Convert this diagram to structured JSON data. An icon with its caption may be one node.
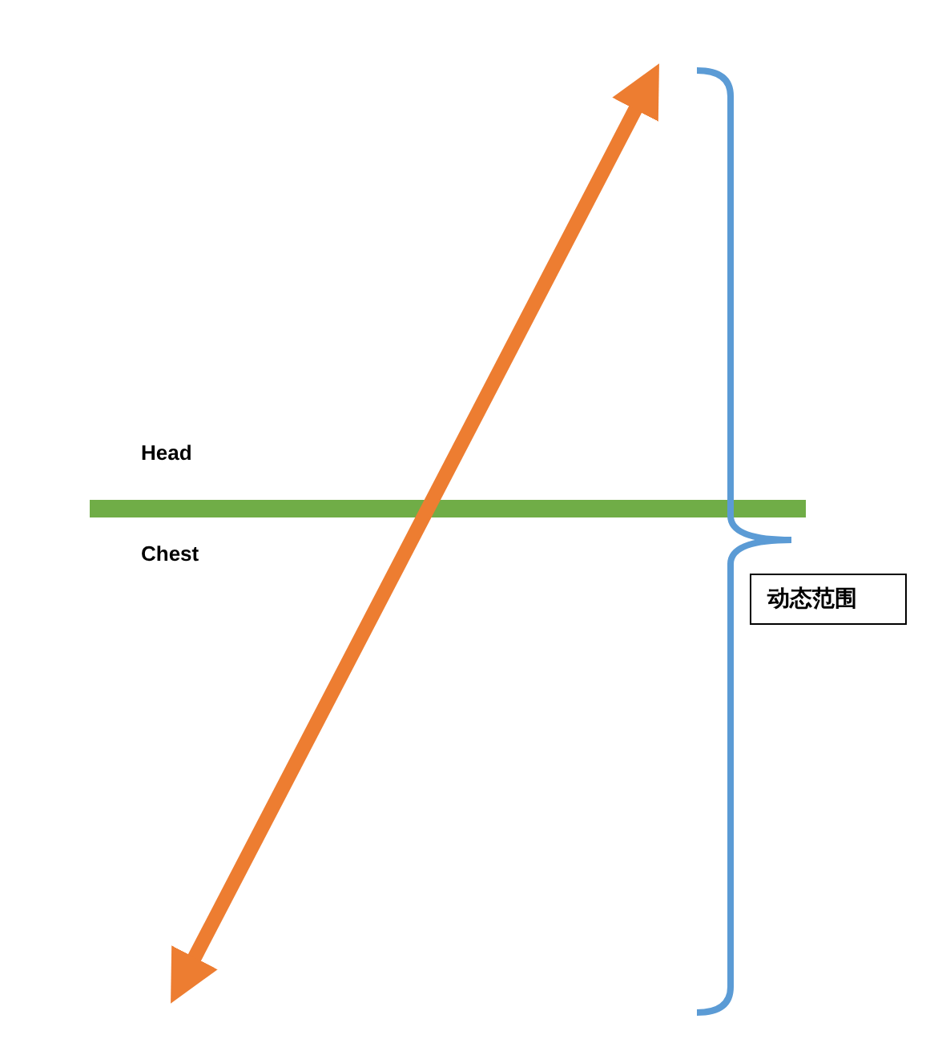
{
  "diagram": {
    "nodes": [
      {
        "text": [
          "动态范围"
        ]
      }
    ],
    "labels": [
      "Head",
      "Chest"
    ]
  }
}
